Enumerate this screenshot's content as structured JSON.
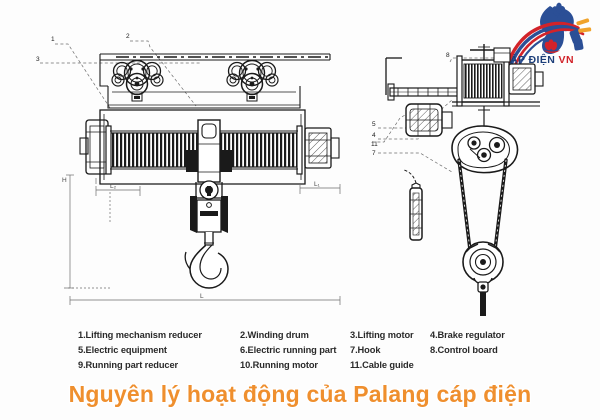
{
  "logo": {
    "name": "cap-dien-vn-logo",
    "text_main": "CÁP ĐIỆN",
    "text_suffix": " VN",
    "color_navy": "#1d3f7a",
    "color_red": "#d2232a"
  },
  "diagram": {
    "title": "Electric wire rope hoist (palang) technical drawing",
    "left_view_callouts": [
      "1",
      "2",
      "3"
    ],
    "right_view_callouts": [
      "11",
      "5",
      "4",
      "7",
      "8"
    ],
    "dimension_labels": [
      "H",
      "L2",
      "L1",
      "L"
    ],
    "parts_drawn": [
      "trolley-wheels",
      "i-beam-rail",
      "winding-drum",
      "lifting-motor",
      "gearbox-reducer",
      "hook-block",
      "hook",
      "pendant-control",
      "cable-guide",
      "electric-running-part"
    ]
  },
  "legend": {
    "rows": [
      [
        "1.Lifting mechanism reducer",
        "2.Winding drum",
        "3.Lifting motor",
        "4.Brake regulator"
      ],
      [
        "5.Electric equipment",
        "6.Electric running part",
        "7.Hook",
        "8.Control board"
      ],
      [
        "9.Running part reducer",
        "10.Running motor",
        "11.Cable guide",
        ""
      ]
    ]
  },
  "caption": {
    "text": "Nguyên lý hoạt động của Palang cáp điện",
    "color": "#ef8f2e",
    "outline": "#ffffff"
  },
  "colors": {
    "background": "#fdfdfd",
    "ink": "#1a1a1a",
    "accent": "#ef8f2e"
  }
}
